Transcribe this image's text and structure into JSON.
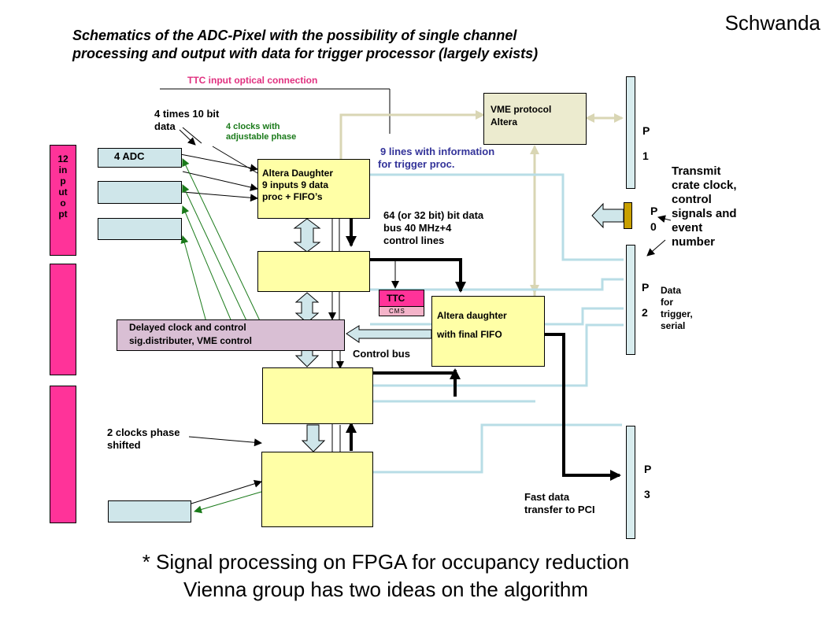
{
  "author": "Schwanda",
  "title_line1": "Schematics of the ADC-Pixel with the possibility of single channel",
  "title_line2": "processing and output with data for trigger processor (largely exists)",
  "labels": {
    "ttc_optical": "TTC input optical connection",
    "times10_l1": "4 times 10 bit",
    "times10_l2": "data",
    "clocks4_l1": "4 clocks with",
    "clocks4_l2": "adjustable phase",
    "lines9_l1": "9 lines with information",
    "lines9_l2": "for trigger proc.",
    "bus64_l1": "64 (or 32 bit) bit data",
    "bus64_l2": "bus  40 MHz+4",
    "bus64_l3": "control lines",
    "control_bus": "Control bus",
    "clocks2_l1": "2  clocks phase",
    "clocks2_l2": "shifted",
    "fast_l1": "Fast data",
    "fast_l2": "transfer to PCI",
    "transmit_l1": "Transmit",
    "transmit_l2": "crate clock,",
    "transmit_l3": "control",
    "transmit_l4": "signals and",
    "transmit_l5": "event",
    "transmit_l6": "number",
    "dft_l1": "Data",
    "dft_l2": "for",
    "dft_l3": "trigger,",
    "dft_l4": "serial"
  },
  "boxes": {
    "vme_l1": "VME protocol",
    "vme_l2": "Altera",
    "adc": "4 ADC",
    "input_l1": "12",
    "input_l2": "in",
    "input_l3": "p",
    "input_l4": "ut",
    "input_l5": "o",
    "input_l6": "pt",
    "daughter_l1": "Altera Daughter",
    "daughter_l2": "9 inputs  9 data",
    "daughter_l3": "proc + FIFO’s",
    "ttc": "TTC",
    "cms": "CMS",
    "final_l1": "Altera daughter",
    "final_l2": "with final FIFO",
    "delayed_l1": "Delayed clock and control",
    "delayed_l2": "sig.distributer,    VME control"
  },
  "connectors": {
    "p1_a": "P",
    "p1_b": "1",
    "p0_a": "P",
    "p0_b": "0",
    "p2_a": "P",
    "p2_b": "2",
    "p3_a": "P",
    "p3_b": "3"
  },
  "footer_line1": "* Signal processing on FPGA for occupancy reduction",
  "footer_line2": "Vienna group has two ideas on the algorithm"
}
